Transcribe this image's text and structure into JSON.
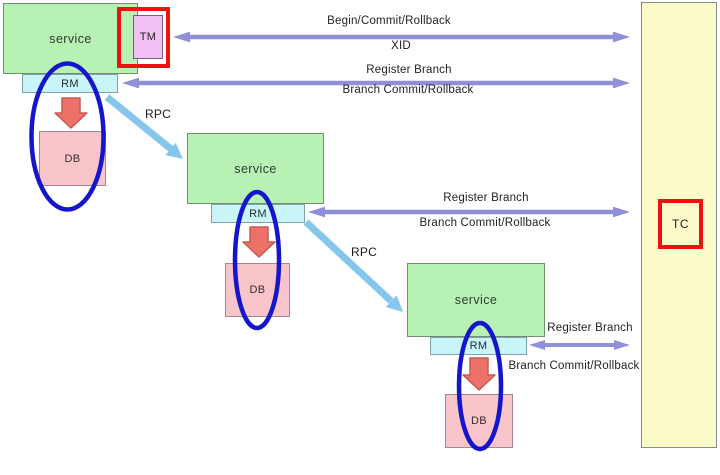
{
  "diagram": {
    "title_hint": "distributed-transaction architecture (TM / RM / TC)",
    "services": [
      {
        "label": "service"
      },
      {
        "label": "service"
      },
      {
        "label": "service"
      }
    ],
    "tm": {
      "label": "TM"
    },
    "rms": [
      {
        "label": "RM"
      },
      {
        "label": "RM"
      },
      {
        "label": "RM"
      }
    ],
    "dbs": [
      {
        "label": "DB"
      },
      {
        "label": "DB"
      },
      {
        "label": "DB"
      }
    ],
    "tc": {
      "label": "TC"
    },
    "flows": {
      "tm_tc": {
        "line1": "Begin/Commit/Rollback",
        "line2": "XID"
      },
      "rm1_tc": {
        "line1": "Register Branch",
        "line2": "Branch Commit/Rollback"
      },
      "rm2_tc": {
        "line1": "Register Branch",
        "line2": "Branch Commit/Rollback"
      },
      "rm3_tc": {
        "line1": "Register Branch",
        "line2": "Branch Commit/Rollback"
      },
      "rpc1": {
        "label": "RPC"
      },
      "rpc2": {
        "label": "RPC"
      }
    },
    "colors": {
      "service_fill": "#b7f2b4",
      "rm_fill": "#c9f4f8",
      "db_fill": "#f8c5cb",
      "tm_fill": "#f2c0f2",
      "tc_fill": "#fbfbca",
      "purple_arrow": "#8f90d8",
      "rpc_arrow": "#85c6ec",
      "db_write_arrow": "#ec7168",
      "highlight_ellipse": "#1515cc",
      "highlight_rect": "#ee1111"
    }
  }
}
